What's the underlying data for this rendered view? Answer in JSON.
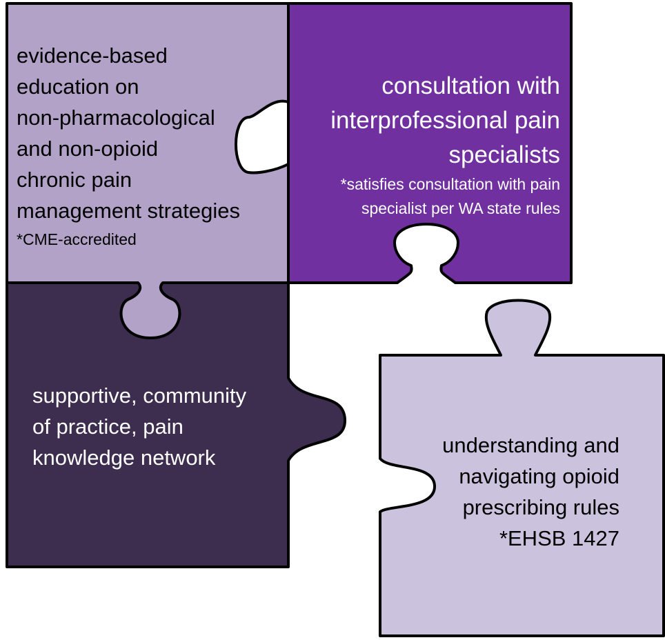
{
  "colors": {
    "top_left": "#b2a2c8",
    "top_right": "#7030a0",
    "bottom_left": "#3d2d4f",
    "bottom_right": "#cbc2de",
    "outline": "#000000"
  },
  "pieces": {
    "top_left": {
      "lines": [
        "evidence-based",
        "education on",
        "non-pharmacological",
        "and non-opioid",
        "chronic pain",
        "management strategies"
      ],
      "note": "*CME-accredited"
    },
    "top_right": {
      "lines": [
        "consultation with",
        "interprofessional pain",
        "specialists"
      ],
      "note_lines": [
        "*satisfies consultation with pain",
        "specialist per WA state rules"
      ]
    },
    "bottom_left": {
      "lines": [
        "supportive, community",
        "of practice, pain",
        "knowledge network"
      ]
    },
    "bottom_right": {
      "lines": [
        "understanding and",
        "navigating opioid",
        "prescribing rules",
        "*EHSB 1427"
      ]
    }
  }
}
